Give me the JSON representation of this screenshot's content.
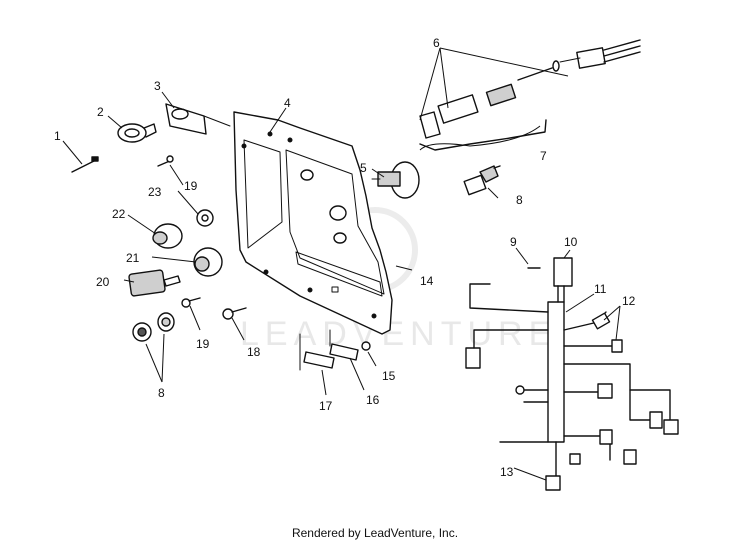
{
  "watermark": "LEADVENTURE",
  "footer": "Rendered by LeadVenture, Inc.",
  "callouts": {
    "c1": "1",
    "c2": "2",
    "c3": "3",
    "c4": "4",
    "c5": "5",
    "c6": "6",
    "c7": "7",
    "c8a": "8",
    "c8b": "8",
    "c9": "9",
    "c10": "10",
    "c11": "11",
    "c12": "12",
    "c13": "13",
    "c14": "14",
    "c15": "15",
    "c16": "16",
    "c17": "17",
    "c18": "18",
    "c19a": "19",
    "c19b": "19",
    "c20": "20",
    "c21": "21",
    "c22": "22",
    "c23": "23"
  }
}
